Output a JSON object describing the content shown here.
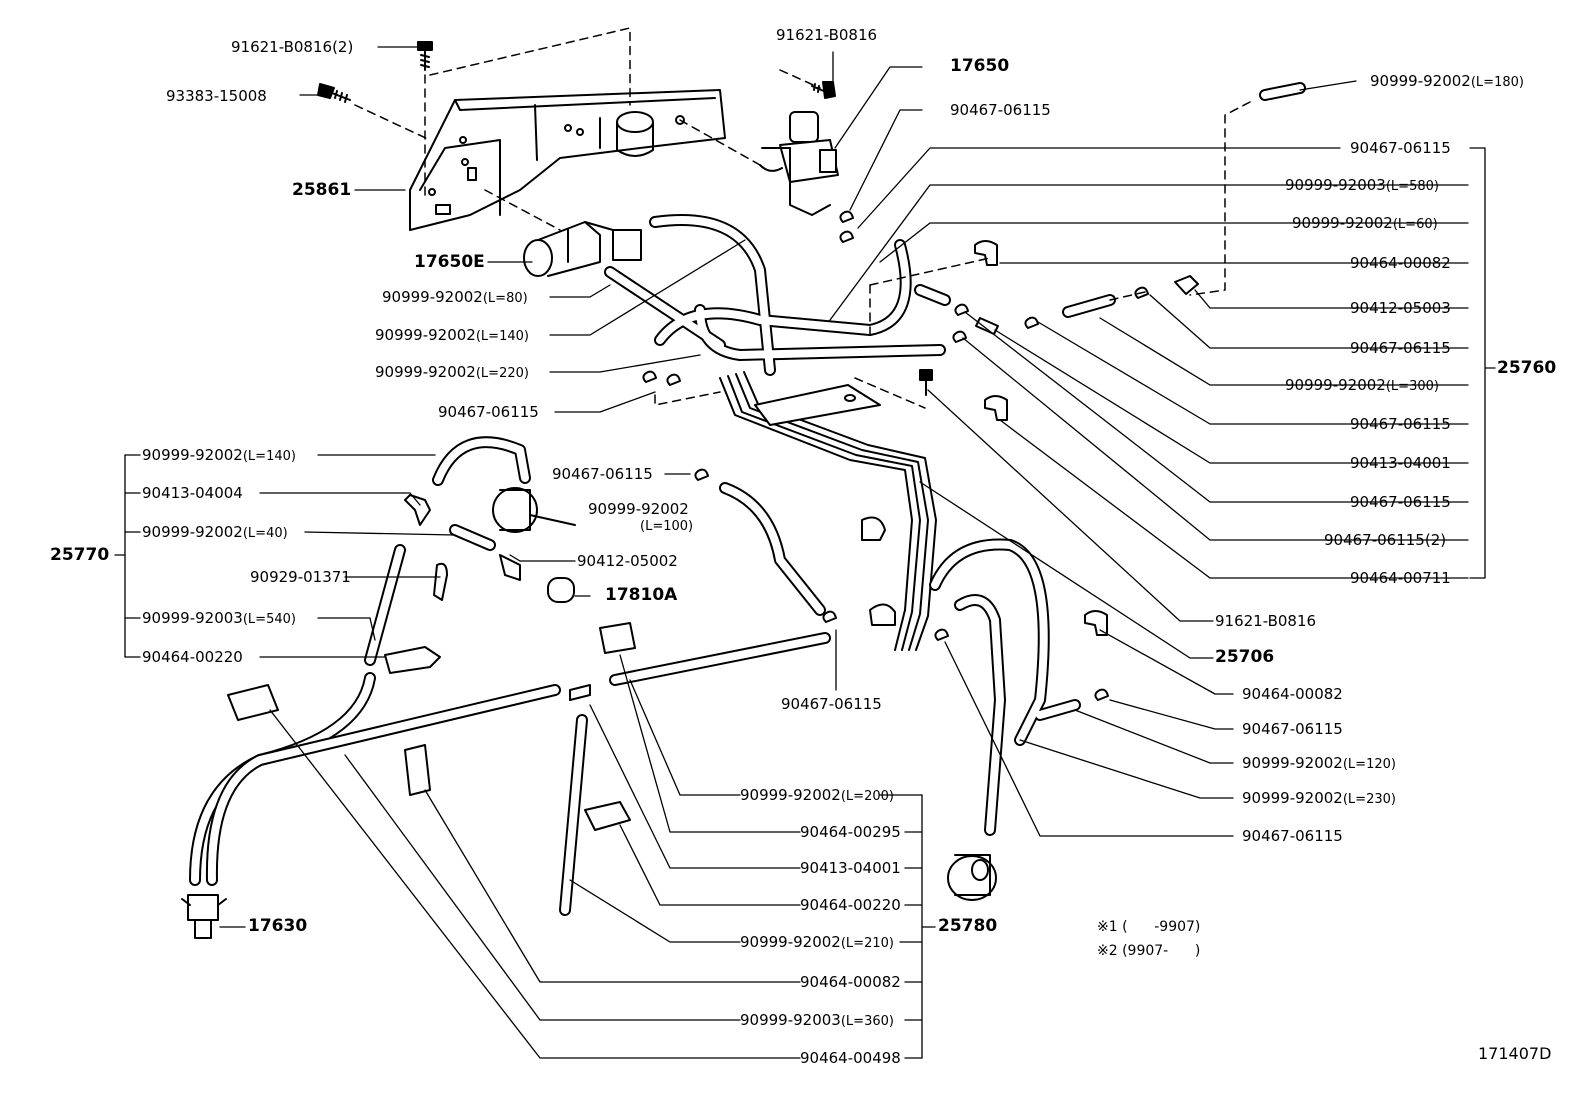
{
  "diagram": {
    "code": "171407D",
    "notes": [
      "※1 (      -9907)",
      "※2 (9907-      )"
    ],
    "labels": [
      {
        "id": "l01",
        "part": "91621-B0816",
        "qual": "(2)"
      },
      {
        "id": "l02",
        "part": "93383-15008",
        "qual": ""
      },
      {
        "id": "l03",
        "part": "25861",
        "qual": ""
      },
      {
        "id": "l04",
        "part": "17650E",
        "qual": ""
      },
      {
        "id": "l05",
        "part": "91621-B0816",
        "qual": ""
      },
      {
        "id": "l06",
        "part": "17650",
        "qual": ""
      },
      {
        "id": "l07",
        "part": "90467-06115",
        "qual": ""
      },
      {
        "id": "l08",
        "part": "90999-92002",
        "qual": "(L=180)"
      },
      {
        "id": "l09",
        "part": "90467-06115",
        "qual": ""
      },
      {
        "id": "l10",
        "part": "90999-92003",
        "qual": "(L=580)"
      },
      {
        "id": "l11",
        "part": "90999-92002",
        "qual": "(L=60)"
      },
      {
        "id": "l12",
        "part": "90464-00082",
        "qual": ""
      },
      {
        "id": "l13",
        "part": "90412-05003",
        "qual": ""
      },
      {
        "id": "l14",
        "part": "90467-06115",
        "qual": ""
      },
      {
        "id": "l15",
        "part": "90999-92002",
        "qual": "(L=300)"
      },
      {
        "id": "l16",
        "part": "25760",
        "qual": ""
      },
      {
        "id": "l17",
        "part": "90467-06115",
        "qual": ""
      },
      {
        "id": "l18",
        "part": "90413-04001",
        "qual": ""
      },
      {
        "id": "l19",
        "part": "90467-06115",
        "qual": ""
      },
      {
        "id": "l20",
        "part": "90467-06115",
        "qual": "(2)"
      },
      {
        "id": "l21",
        "part": "90464-00711",
        "qual": ""
      },
      {
        "id": "l22",
        "part": "91621-B0816",
        "qual": ""
      },
      {
        "id": "l23",
        "part": "25706",
        "qual": ""
      },
      {
        "id": "l24",
        "part": "90464-00082",
        "qual": ""
      },
      {
        "id": "l25",
        "part": "90467-06115",
        "qual": ""
      },
      {
        "id": "l26",
        "part": "90999-92002",
        "qual": "(L=120)"
      },
      {
        "id": "l27",
        "part": "90999-92002",
        "qual": "(L=230)"
      },
      {
        "id": "l28",
        "part": "90467-06115",
        "qual": ""
      },
      {
        "id": "l29",
        "part": "90999-92002",
        "qual": "(L=80)"
      },
      {
        "id": "l30",
        "part": "90999-92002",
        "qual": "(L=140)"
      },
      {
        "id": "l31",
        "part": "90999-92002",
        "qual": "(L=220)"
      },
      {
        "id": "l32",
        "part": "90467-06115",
        "qual": ""
      },
      {
        "id": "l33",
        "part": "90999-92002",
        "qual": "(L=140)"
      },
      {
        "id": "l34",
        "part": "90413-04004",
        "qual": ""
      },
      {
        "id": "l35",
        "part": "90999-92002",
        "qual": "(L=40)"
      },
      {
        "id": "l36",
        "part": "25770",
        "qual": ""
      },
      {
        "id": "l37",
        "part": "90929-01371",
        "qual": ""
      },
      {
        "id": "l38",
        "part": "90999-92003",
        "qual": "(L=540)"
      },
      {
        "id": "l39",
        "part": "90464-00220",
        "qual": ""
      },
      {
        "id": "l40",
        "part": "90467-06115",
        "qual": ""
      },
      {
        "id": "l41",
        "part": "90999-92002",
        "qual": ""
      },
      {
        "id": "l41b",
        "part": "(L=100)",
        "qual": ""
      },
      {
        "id": "l42",
        "part": "90412-05002",
        "qual": ""
      },
      {
        "id": "l43",
        "part": "17810A",
        "qual": ""
      },
      {
        "id": "l44",
        "part": "90467-06115",
        "qual": ""
      },
      {
        "id": "l45",
        "part": "90999-92002",
        "qual": "(L=200)"
      },
      {
        "id": "l46",
        "part": "90464-00295",
        "qual": ""
      },
      {
        "id": "l47",
        "part": "90413-04001",
        "qual": ""
      },
      {
        "id": "l48",
        "part": "90464-00220",
        "qual": ""
      },
      {
        "id": "l49",
        "part": "90999-92002",
        "qual": "(L=210)"
      },
      {
        "id": "l50",
        "part": "25780",
        "qual": ""
      },
      {
        "id": "l51",
        "part": "90464-00082",
        "qual": ""
      },
      {
        "id": "l52",
        "part": "90999-92003",
        "qual": "(L=360)"
      },
      {
        "id": "l53",
        "part": "90464-00498",
        "qual": ""
      },
      {
        "id": "l54",
        "part": "17630",
        "qual": ""
      }
    ]
  }
}
